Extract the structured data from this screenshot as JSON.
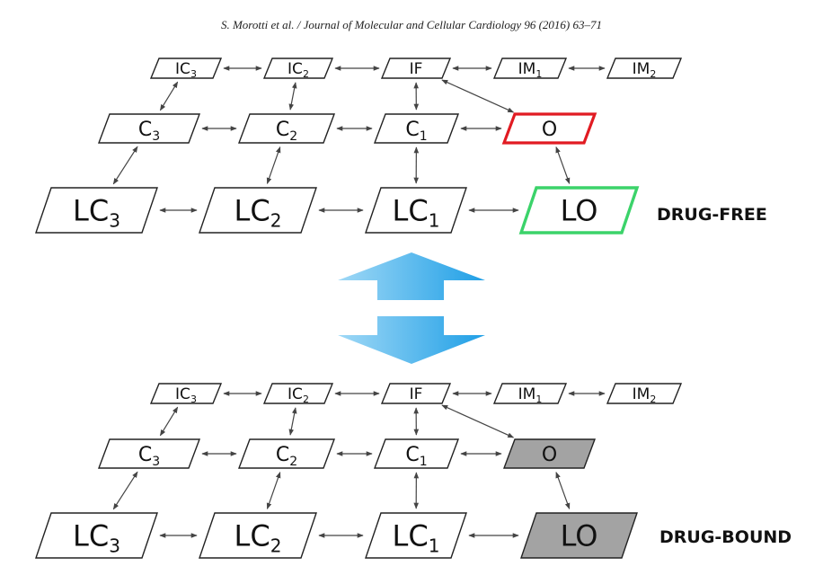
{
  "header": {
    "citation": "S. Morotti et al. / Journal of Molecular and Cellular Cardiology 96 (2016) 63–71"
  },
  "colors": {
    "open_highlight": "#e11b22",
    "lo_highlight": "#3bd36a",
    "bound_fill": "#a3a3a3",
    "arrow_light": "#9fd8f6",
    "arrow_dark": "#1f9fe6"
  },
  "panels": [
    {
      "id": "free",
      "tag": "DRUG-FREE",
      "states": {
        "IC3": {
          "base": "IC",
          "sub": "3"
        },
        "IC2": {
          "base": "IC",
          "sub": "2"
        },
        "IF": {
          "base": "IF",
          "sub": ""
        },
        "IM1": {
          "base": "IM",
          "sub": "1"
        },
        "IM2": {
          "base": "IM",
          "sub": "2"
        },
        "C3": {
          "base": "C",
          "sub": "3"
        },
        "C2": {
          "base": "C",
          "sub": "2"
        },
        "C1": {
          "base": "C",
          "sub": "1"
        },
        "O": {
          "base": "O",
          "sub": ""
        },
        "LC3": {
          "base": "LC",
          "sub": "3"
        },
        "LC2": {
          "base": "LC",
          "sub": "2"
        },
        "LC1": {
          "base": "LC",
          "sub": "1"
        },
        "LO": {
          "base": "LO",
          "sub": ""
        }
      }
    },
    {
      "id": "bound",
      "tag": "DRUG-BOUND",
      "states": {
        "IC3": {
          "base": "IC",
          "sub": "3"
        },
        "IC2": {
          "base": "IC",
          "sub": "2"
        },
        "IF": {
          "base": "IF",
          "sub": ""
        },
        "IM1": {
          "base": "IM",
          "sub": "1"
        },
        "IM2": {
          "base": "IM",
          "sub": "2"
        },
        "C3": {
          "base": "C",
          "sub": "3"
        },
        "C2": {
          "base": "C",
          "sub": "2"
        },
        "C1": {
          "base": "C",
          "sub": "1"
        },
        "O": {
          "base": "O",
          "sub": ""
        },
        "LC3": {
          "base": "LC",
          "sub": "3"
        },
        "LC2": {
          "base": "LC",
          "sub": "2"
        },
        "LC1": {
          "base": "LC",
          "sub": "1"
        },
        "LO": {
          "base": "LO",
          "sub": ""
        }
      }
    }
  ],
  "transitions": [
    [
      "IC3",
      "IC2"
    ],
    [
      "IC2",
      "IF"
    ],
    [
      "IF",
      "IM1"
    ],
    [
      "IM1",
      "IM2"
    ],
    [
      "IC3",
      "C3"
    ],
    [
      "IC2",
      "C2"
    ],
    [
      "IF",
      "C1"
    ],
    [
      "IF",
      "O"
    ],
    [
      "C3",
      "C2"
    ],
    [
      "C2",
      "C1"
    ],
    [
      "C1",
      "O"
    ],
    [
      "C3",
      "LC3"
    ],
    [
      "C2",
      "LC2"
    ],
    [
      "C1",
      "LC1"
    ],
    [
      "O",
      "LO"
    ],
    [
      "LC3",
      "LC2"
    ],
    [
      "LC2",
      "LC1"
    ],
    [
      "LC1",
      "LO"
    ]
  ]
}
